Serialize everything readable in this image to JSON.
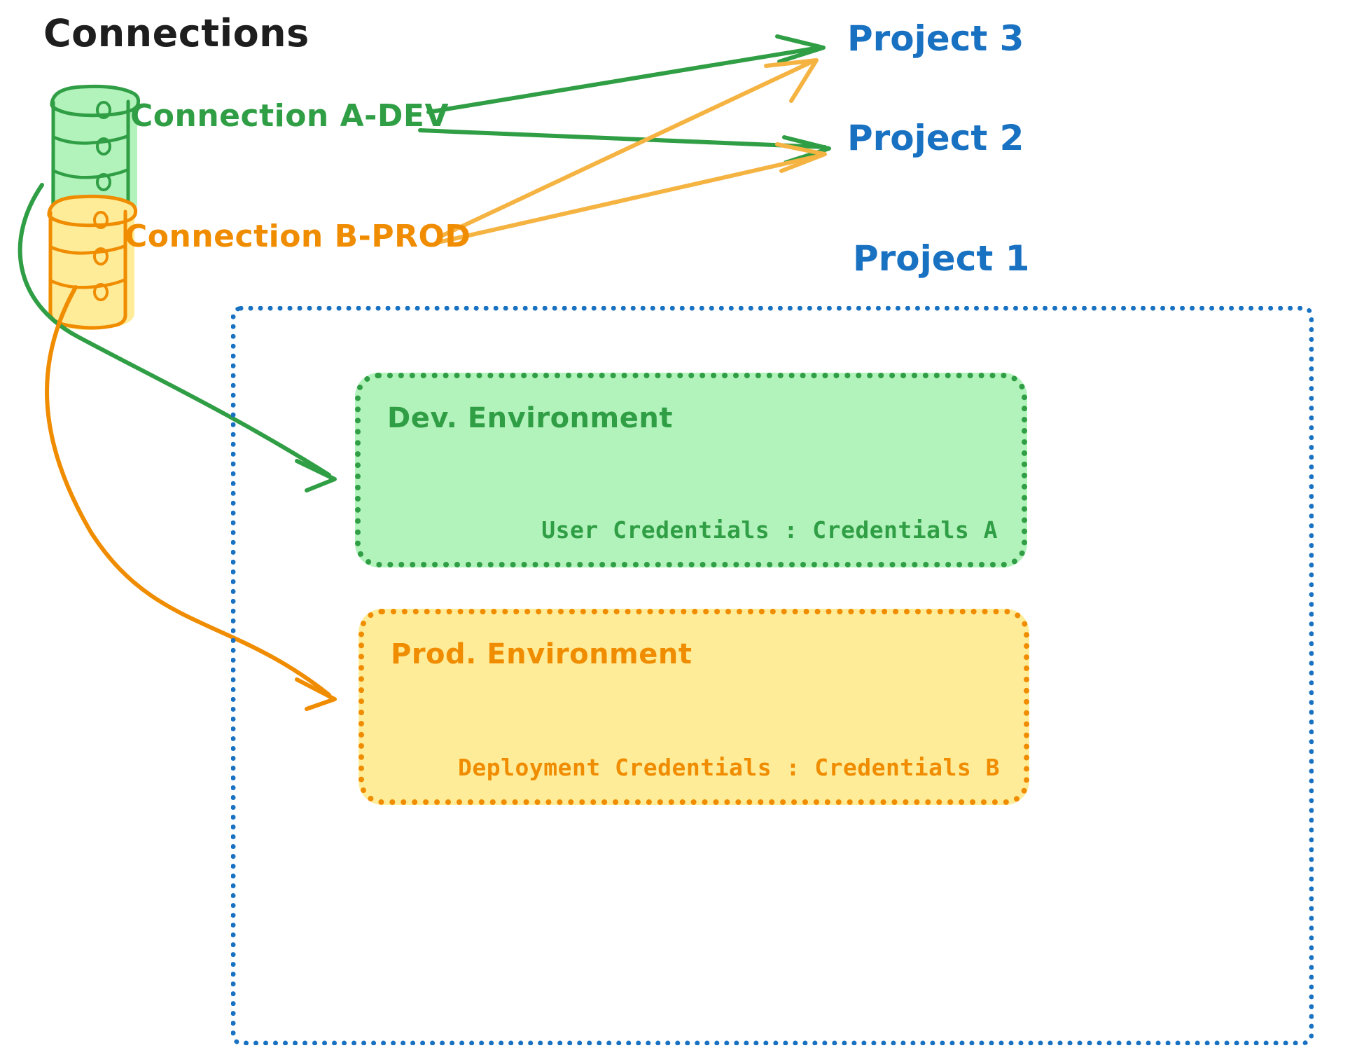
{
  "diagram": {
    "title": "Connections",
    "title_color": "#1e1e1e",
    "background": "#ffffff"
  },
  "connections": [
    {
      "id": "connection-a-dev",
      "label": "Connection A-DEV",
      "color": "#2f9e44",
      "fill": "#b2f2bb",
      "icon": "database-cylinder-icon"
    },
    {
      "id": "connection-b-prod",
      "label": "Connection B-PROD",
      "color": "#f08c00",
      "fill": "#ffec99",
      "icon": "database-cylinder-icon"
    }
  ],
  "projects": [
    {
      "id": "project-3",
      "label": "Project 3",
      "color": "#1971c2"
    },
    {
      "id": "project-2",
      "label": "Project 2",
      "color": "#1971c2"
    },
    {
      "id": "project-1",
      "label": "Project 1",
      "color": "#1971c2"
    }
  ],
  "project1": {
    "border_color": "#1971c2",
    "environments": [
      {
        "id": "dev-environment",
        "title": "Dev. Environment",
        "credentials": "User Credentials : Credentials A",
        "color": "#2f9e44",
        "fill": "#b2f2bb"
      },
      {
        "id": "prod-environment",
        "title": "Prod. Environment",
        "credentials": "Deployment Credentials : Credentials B",
        "color": "#f08c00",
        "fill": "#ffec99"
      }
    ]
  },
  "edges": [
    {
      "id": "edge-a-dev-to-project-3",
      "from": "connection-a-dev",
      "to": "project-3",
      "color": "#2f9e44",
      "style": "straight-arrow"
    },
    {
      "id": "edge-a-dev-to-project-2",
      "from": "connection-a-dev",
      "to": "project-2",
      "color": "#2f9e44",
      "style": "straight-arrow"
    },
    {
      "id": "edge-a-dev-to-dev-environment",
      "from": "connection-a-dev",
      "to": "dev-environment",
      "color": "#2f9e44",
      "style": "curved-arrow"
    },
    {
      "id": "edge-b-prod-to-project-3",
      "from": "connection-b-prod",
      "to": "project-3",
      "color": "#f08c00",
      "style": "straight-arrow"
    },
    {
      "id": "edge-b-prod-to-project-2",
      "from": "connection-b-prod",
      "to": "project-2",
      "color": "#f08c00",
      "style": "straight-arrow"
    },
    {
      "id": "edge-b-prod-to-prod-environment",
      "from": "connection-b-prod",
      "to": "prod-environment",
      "color": "#f08c00",
      "style": "curved-arrow"
    }
  ]
}
